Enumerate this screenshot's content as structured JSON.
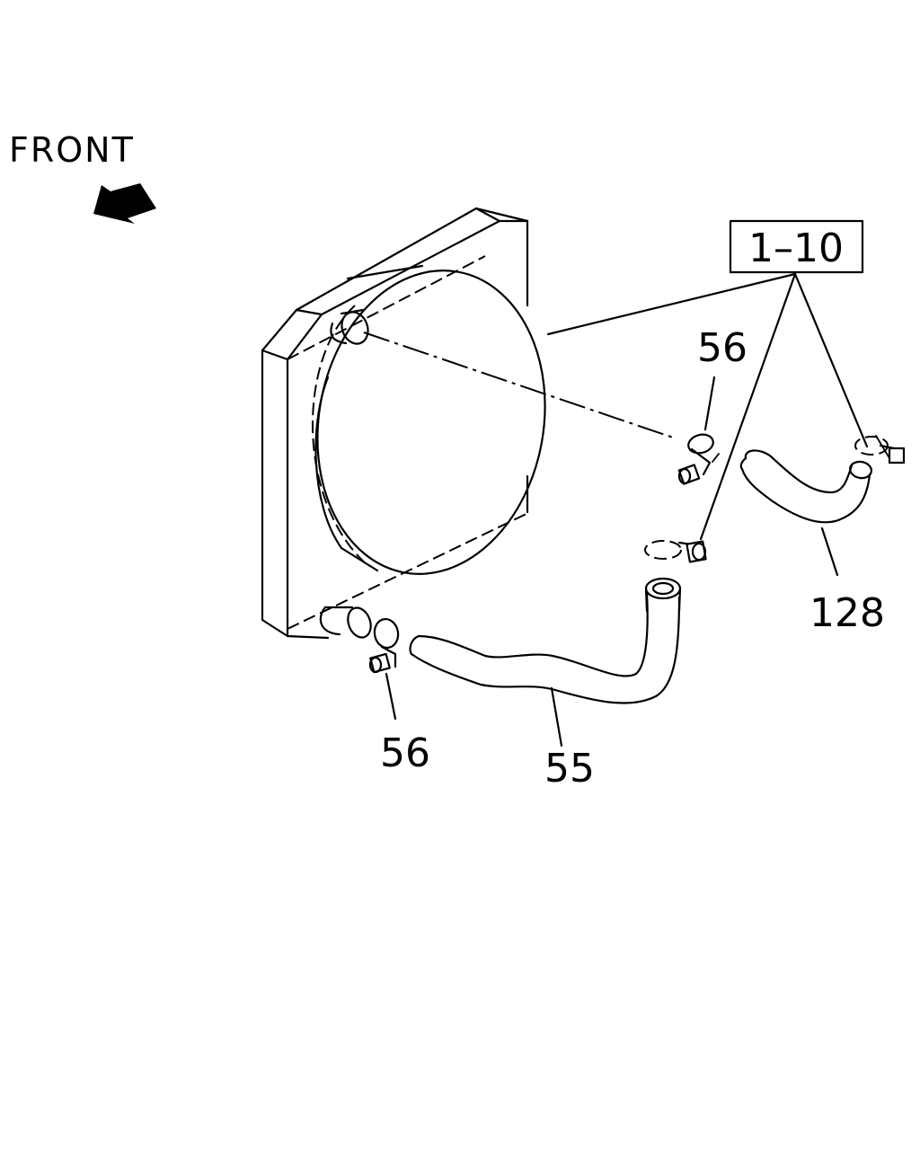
{
  "diagram": {
    "direction_label": "FRONT",
    "direction_icon": "arrow-up-left-icon",
    "reference_box": "1–10",
    "callouts": {
      "clamp_upper": "56",
      "clamp_lower": "56",
      "hose_lower": "55",
      "hose_upper": "128"
    },
    "colors": {
      "line": "#000000",
      "background": "#ffffff"
    }
  }
}
